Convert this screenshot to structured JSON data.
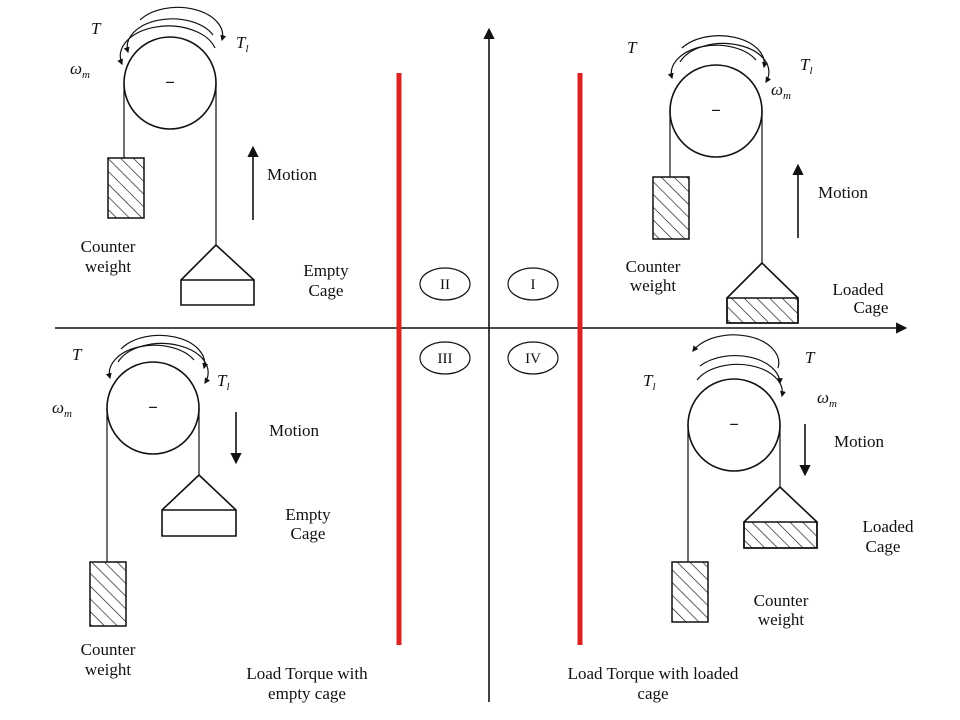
{
  "symbols": {
    "torque": "T",
    "load_torque_base": "T",
    "load_torque_sub": "l",
    "speed_base": "ω",
    "speed_sub": "m",
    "minus": "−"
  },
  "quadrants": {
    "q1": {
      "numeral": "I",
      "motion": "Motion",
      "cage": [
        "Loaded",
        "Cage"
      ],
      "counterweight": [
        "Counter",
        "weight"
      ]
    },
    "q2": {
      "numeral": "II",
      "motion": "Motion",
      "cage": [
        "Empty",
        "Cage"
      ],
      "counterweight": [
        "Counter",
        "weight"
      ]
    },
    "q3": {
      "numeral": "III",
      "motion": "Motion",
      "cage": [
        "Empty",
        "Cage"
      ],
      "counterweight": [
        "Counter",
        "weight"
      ]
    },
    "q4": {
      "numeral": "IV",
      "motion": "Motion",
      "cage": [
        "Loaded",
        "Cage"
      ],
      "counterweight": [
        "Counter",
        "weight"
      ]
    }
  },
  "captions": {
    "left": [
      "Load Torque with",
      "empty cage"
    ],
    "right": [
      "Load Torque with loaded",
      "cage"
    ]
  },
  "colors": {
    "divider": "#dd2222",
    "ink": "#111111"
  }
}
